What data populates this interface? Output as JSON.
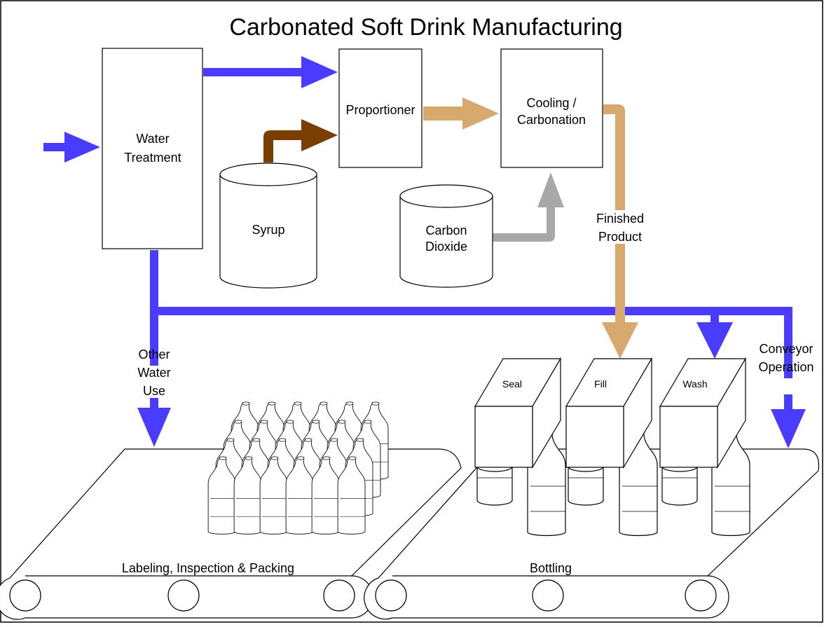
{
  "title": "Carbonated Soft Drink Manufacturing",
  "boxes": {
    "water_treatment": [
      "Water",
      "Treatment"
    ],
    "proportioner": "Proportioner",
    "cooling": [
      "Cooling /",
      "Carbonation"
    ]
  },
  "tanks": {
    "syrup": "Syrup",
    "co2": [
      "Carbon",
      "Dioxide"
    ]
  },
  "flow_labels": {
    "finished_product": [
      "Finished",
      "Product"
    ],
    "other_water": [
      "Other",
      "Water",
      "Use"
    ],
    "conveyor_operation": [
      "Conveyor",
      "Operation"
    ]
  },
  "machines": {
    "seal": "Seal",
    "fill": "Fill",
    "wash": "Wash"
  },
  "conveyors": {
    "left": "Labeling, Inspection &  Packing",
    "right": "Bottling"
  },
  "colors": {
    "water": "#4a3cff",
    "syrup": "#7a3f00",
    "product": "#d7a96f",
    "co2": "#a8a8a8"
  }
}
